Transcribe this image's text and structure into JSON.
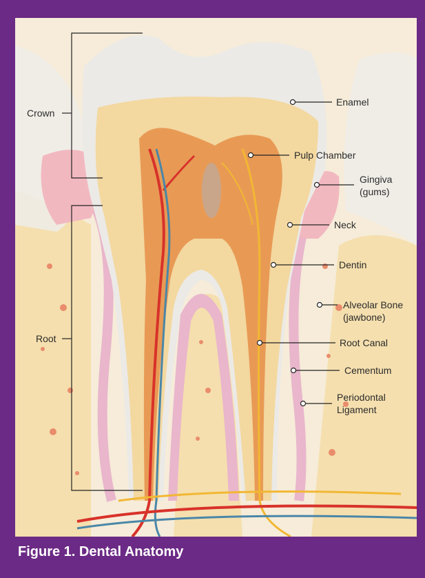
{
  "figure": {
    "caption": "Figure 1. Dental Anatomy"
  },
  "labels": {
    "crown": "Crown",
    "root": "Root",
    "enamel": "Enamel",
    "pulp_chamber": "Pulp Chamber",
    "gingiva_line1": "Gingiva",
    "gingiva_line2": "(gums)",
    "neck": "Neck",
    "dentin": "Dentin",
    "alveolar_line1": "Alveolar Bone",
    "alveolar_line2": "(jawbone)",
    "root_canal": "Root Canal",
    "cementum": "Cementum",
    "periodontal_line1": "Periodontal",
    "periodontal_line2": "Ligament"
  },
  "colors": {
    "frame": "#6b2a85",
    "enamel": "#eceae6",
    "dentin": "#f3d8a0",
    "pulp": "#e89a55",
    "gum": "#f2b8c0",
    "bone": "#f5dfae",
    "artery": "#d8322a",
    "vein": "#4a86a8",
    "nerve": "#f2b733"
  }
}
